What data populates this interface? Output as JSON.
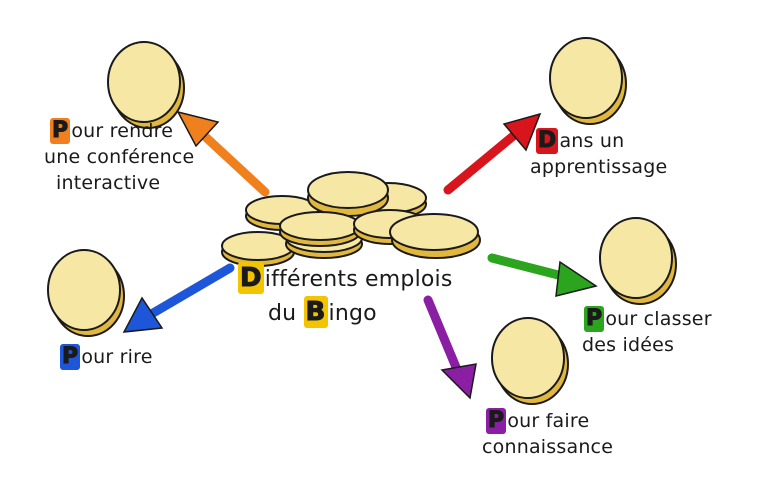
{
  "center": {
    "line1_cap": "D",
    "line1_rest": "ifférents emplois",
    "line2_pre": "du ",
    "line2_cap": "B",
    "line2_rest": "ingo",
    "cap_color": "#f2c500"
  },
  "branches": [
    {
      "id": "conference",
      "cap": "P",
      "line1": "our rendre",
      "line2": "une conférence",
      "line3": "interactive",
      "color": "#f07f1e"
    },
    {
      "id": "apprentissage",
      "cap": "D",
      "line1": "ans  un",
      "line2": "apprentissage",
      "line3": "",
      "color": "#d8141c"
    },
    {
      "id": "rire",
      "cap": "P",
      "line1": "our rire",
      "line2": "",
      "line3": "",
      "color": "#1d56d8"
    },
    {
      "id": "classer",
      "cap": "P",
      "line1": "our classer",
      "line2": "des idées",
      "line3": "",
      "color": "#2aa51d"
    },
    {
      "id": "connaissance",
      "cap": "P",
      "line1": "our faire",
      "line2": "connaissance",
      "line3": "",
      "color": "#8a1fa3"
    }
  ],
  "colors": {
    "coin_fill": "#f7e7a4",
    "coin_edge": "#e1b73e",
    "outline": "#1a1a1a"
  }
}
